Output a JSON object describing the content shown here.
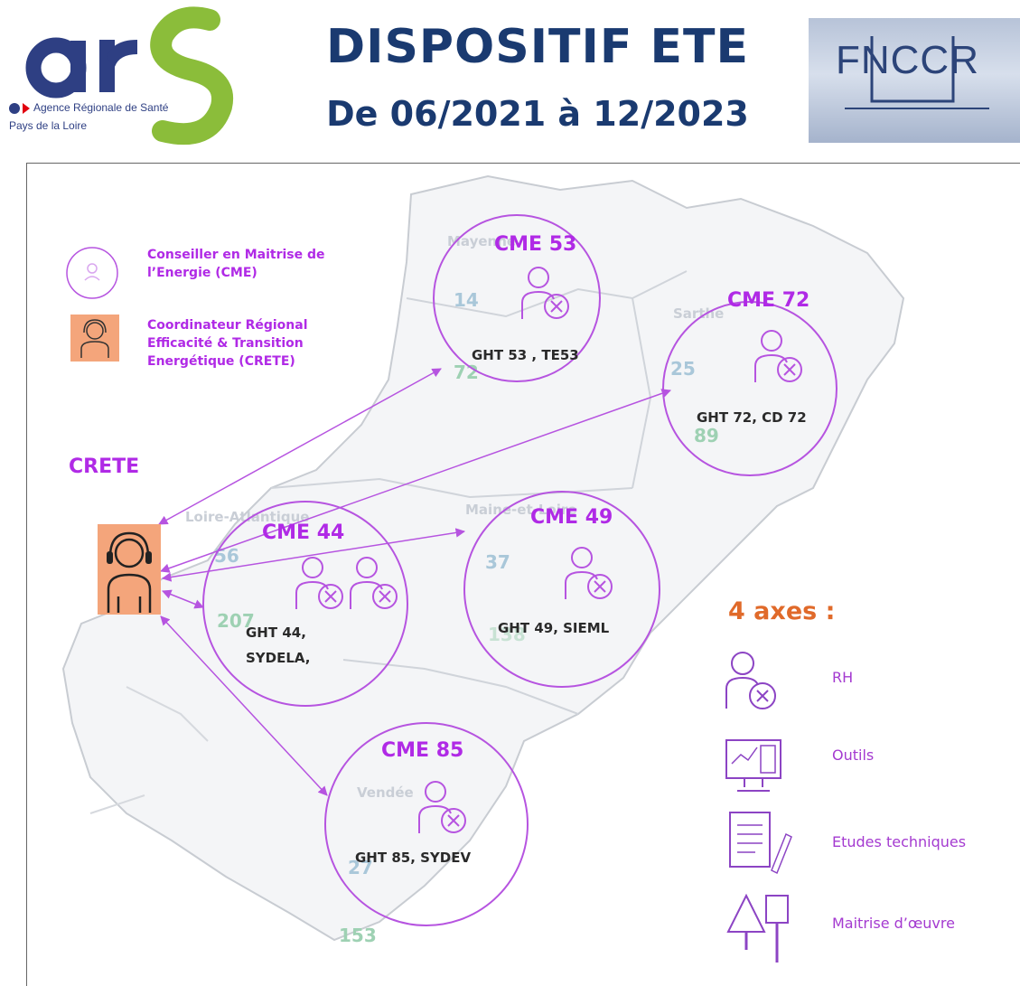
{
  "header": {
    "title": "DISPOSITIF ETE",
    "subtitle": "De 06/2021 à 12/2023",
    "ars_logo": {
      "agency": "Agence Régionale de Santé",
      "region": "Pays de la Loire"
    },
    "fnccr_logo": {
      "letters": "FNCCR"
    }
  },
  "legend": {
    "cme_text": "Conseiller en Maitrise de l’Energie (CME)",
    "crete_text": "Coordinateur Régional Efficacité & Transition Energétique (CRETE)"
  },
  "crete_label": "CRETE",
  "regions": {
    "mayenne": "Mayenne",
    "sarthe": "Sarthe",
    "loire_atlantique": "Loire-Atlantique",
    "maine_et_loire": "Maine-et-Loire",
    "vendee": "Vendée"
  },
  "cmes": [
    {
      "label": "CME 53",
      "partners": "GHT 53 , TE53",
      "count_blue": "14",
      "count_green": "72"
    },
    {
      "label": "CME 72",
      "partners": "GHT 72, CD 72",
      "count_blue": "25",
      "count_green": "89"
    },
    {
      "label": "CME 44",
      "partners_line1": "GHT 44,",
      "partners_line2": "SYDELA,",
      "count_blue": "56",
      "count_green": "207"
    },
    {
      "label": "CME 49",
      "partners": "GHT 49, SIEML",
      "count_blue": "37",
      "count_green": "138"
    },
    {
      "label": "CME 85",
      "partners": "GHT 85, SYDEV",
      "count_blue": "27",
      "count_green": "153"
    }
  ],
  "axes": {
    "title": "4 axes :",
    "items": [
      {
        "label": "RH",
        "icon": "person-tools-icon"
      },
      {
        "label": "Outils",
        "icon": "computer-dashboard-icon"
      },
      {
        "label": "Etudes techniques",
        "icon": "document-pen-icon"
      },
      {
        "label": "Maitrise d’œuvre",
        "icon": "trowel-brush-icon"
      }
    ]
  },
  "colors": {
    "navy": "#1a3a70",
    "purple": "#b02ae6",
    "orange": "#f4a57b",
    "green": "#8bbd3a",
    "ars_blue": "#2e3f83"
  }
}
